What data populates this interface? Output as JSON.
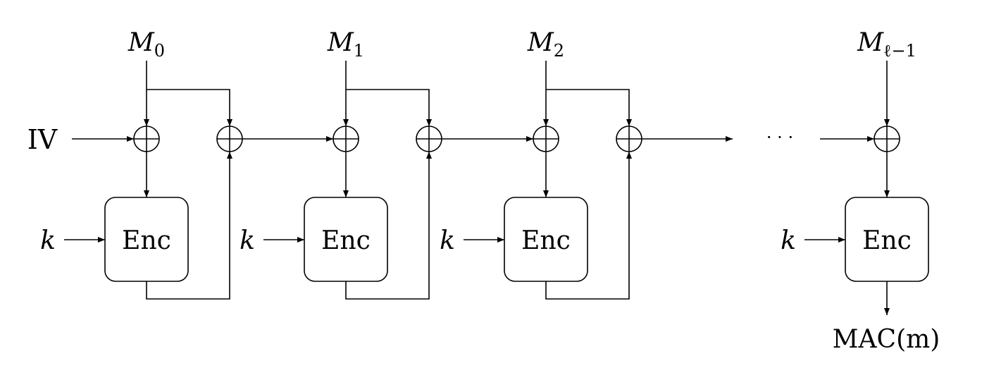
{
  "diagram": {
    "iv_label": "IV",
    "key_label": "k",
    "block_label": "Enc",
    "ellipsis": "· · ·",
    "output_label": "MAC(m)",
    "blocks": [
      {
        "message": "M",
        "subscript": "0"
      },
      {
        "message": "M",
        "subscript": "1"
      },
      {
        "message": "M",
        "subscript": "2"
      },
      {
        "message": "M",
        "subscript": "ℓ−1"
      }
    ]
  }
}
